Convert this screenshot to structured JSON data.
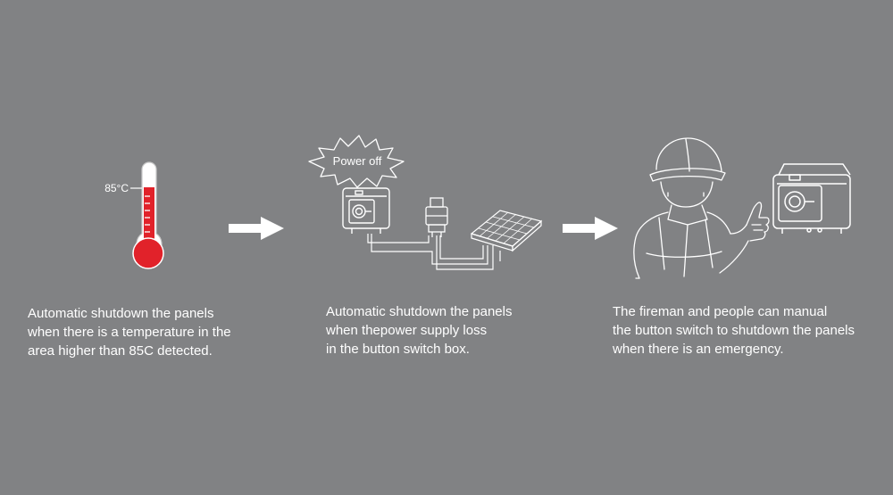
{
  "steps": [
    {
      "caption": [
        "Automatic shutdown the panels",
        "when there is a temperature in the",
        "area higher than 85C detected."
      ],
      "thermometer_label": "85°C"
    },
    {
      "caption": [
        "Automatic shutdown the panels",
        "when thepower supply loss",
        "in the button switch box."
      ],
      "burst_label": "Power off"
    },
    {
      "caption": [
        "The fireman and people can manual",
        "the button switch to shutdown the panels",
        "when there is an emergency."
      ]
    }
  ],
  "colors": {
    "background": "#818284",
    "line": "#ffffff",
    "mercury": "#e1222a"
  },
  "icons": [
    "thermometer-icon",
    "arrow-right-icon",
    "switch-box-icon",
    "connector-icon",
    "solar-panel-icon",
    "firefighter-icon"
  ]
}
